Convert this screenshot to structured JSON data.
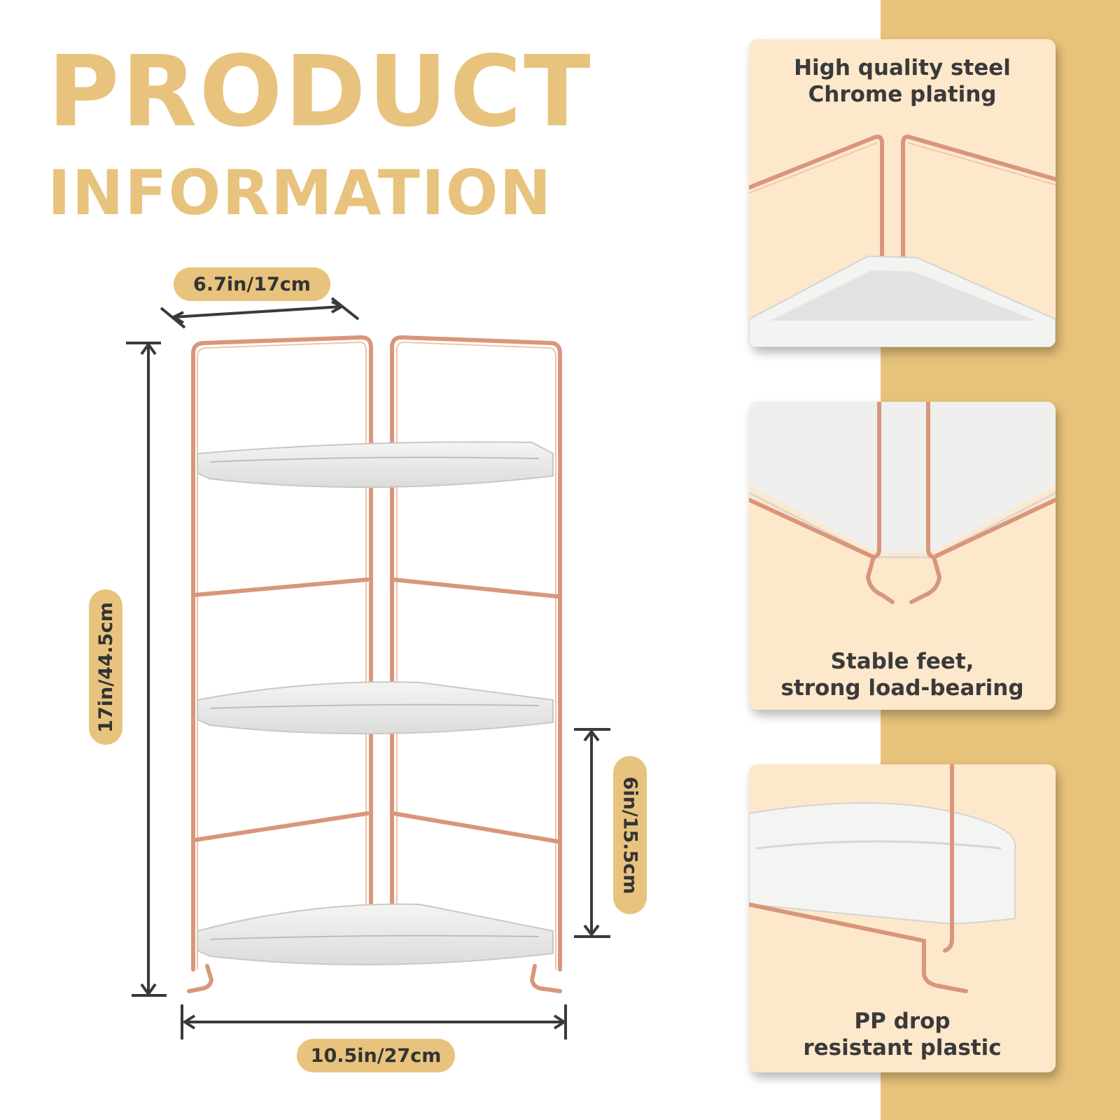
{
  "heading": {
    "line1": "PRODUCT",
    "line2": "INFORMATION"
  },
  "dimensions": {
    "depth": "6.7in/17cm",
    "height": "17in/44.5cm",
    "shelf_spacing": "6in/15.5cm",
    "width": "10.5in/27cm"
  },
  "features": [
    {
      "line1": "High quality steel",
      "line2": "Chrome plating"
    },
    {
      "line1": "Stable feet,",
      "line2": "strong load-bearing"
    },
    {
      "line1": "PP drop",
      "line2": "resistant plastic"
    }
  ],
  "colors": {
    "accent_gold": "#e8c37e",
    "band_gold": "#e6c27a",
    "card_cream": "#fde8cc",
    "rose_gold": "#d9967a",
    "text_dark": "#333333"
  }
}
